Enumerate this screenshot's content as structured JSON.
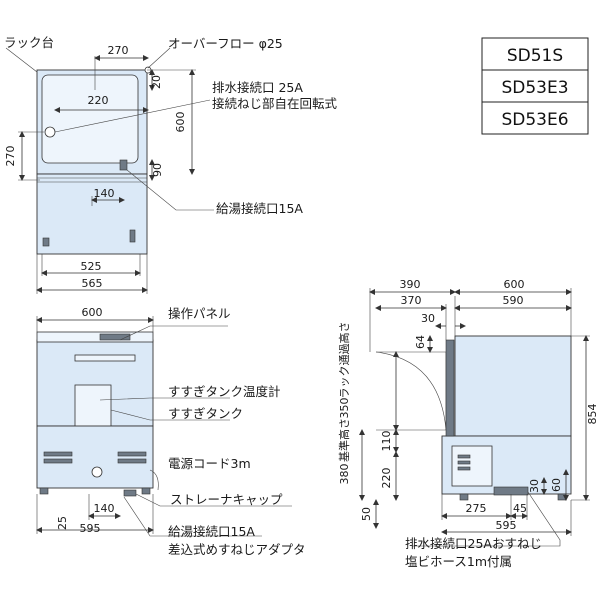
{
  "models": [
    "SD51S",
    "SD53E3",
    "SD53E6"
  ],
  "top_view": {
    "rack_label": "ラック台",
    "overflow_label": "オーバーフロー φ25",
    "drain_label_1": "排水接続口 25A",
    "drain_label_2": "接続ねじ部自在回転式",
    "hot_water_label": "給湯接続口15A",
    "dims": {
      "d270_top": "270",
      "d20": "20",
      "d220": "220",
      "d600": "600",
      "d270_left": "270",
      "d90": "90",
      "d140": "140",
      "d525": "525",
      "d565": "565"
    }
  },
  "front_view": {
    "panel_label": "操作パネル",
    "rinse_temp_label": "すすぎタンク温度計",
    "rinse_tank_label": "すすぎタンク",
    "power_cord_label": "電源コード3m",
    "strainer_label": "ストレーナキャップ",
    "hot_water_label_1": "給湯接続口15A",
    "hot_water_label_2": "差込式めすねじアダプタ",
    "dims": {
      "d600": "600",
      "d25": "25",
      "d140": "140",
      "d595": "595"
    }
  },
  "side_view": {
    "rack_height_label": "ラック通過高さ",
    "base_height_label": "基準高さ",
    "drain_label_1": "排水接続口25Aおすねじ",
    "drain_label_2": "塩ビホース1m付属",
    "dims": {
      "d390": "390",
      "d600": "600",
      "d370": "370",
      "d590": "590",
      "d30_top": "30",
      "d64": "64",
      "d350": "350",
      "d854": "854",
      "d110": "110",
      "d380": "380",
      "d220": "220",
      "d50": "50",
      "d30_right": "30",
      "d60": "60",
      "d275": "275",
      "d45": "45",
      "d595": "595"
    }
  }
}
